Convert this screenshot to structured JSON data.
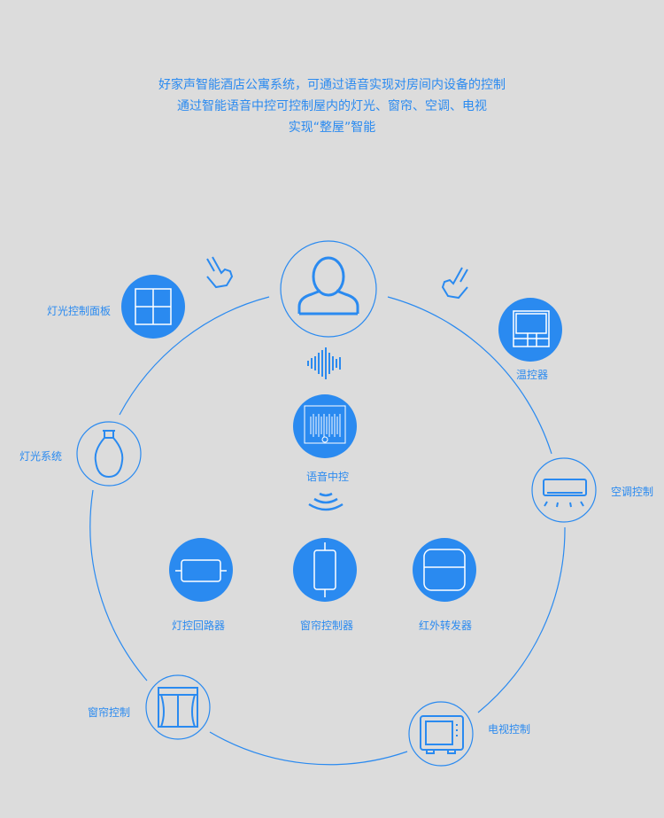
{
  "intro": {
    "line1": "好家声智能酒店公寓系统，可通过语音实现对房间内设备的控制",
    "line2": "通过智能语音中控可控制屋内的灯光、窗帘、空调、电视",
    "line3": "实现“整屋”智能"
  },
  "colors": {
    "accent": "#2a8af0",
    "background": "#dcdcdc"
  },
  "nodes": {
    "light_panel": "灯光控制面板",
    "thermostat": "温控器",
    "lighting": "灯光系统",
    "ac": "空调控制",
    "voice_hub": "语音中控",
    "light_relay": "灯控回路器",
    "curtain_controller": "窗帘控制器",
    "ir_repeater": "红外转发器",
    "curtain": "窗帘控制",
    "tv": "电视控制"
  }
}
